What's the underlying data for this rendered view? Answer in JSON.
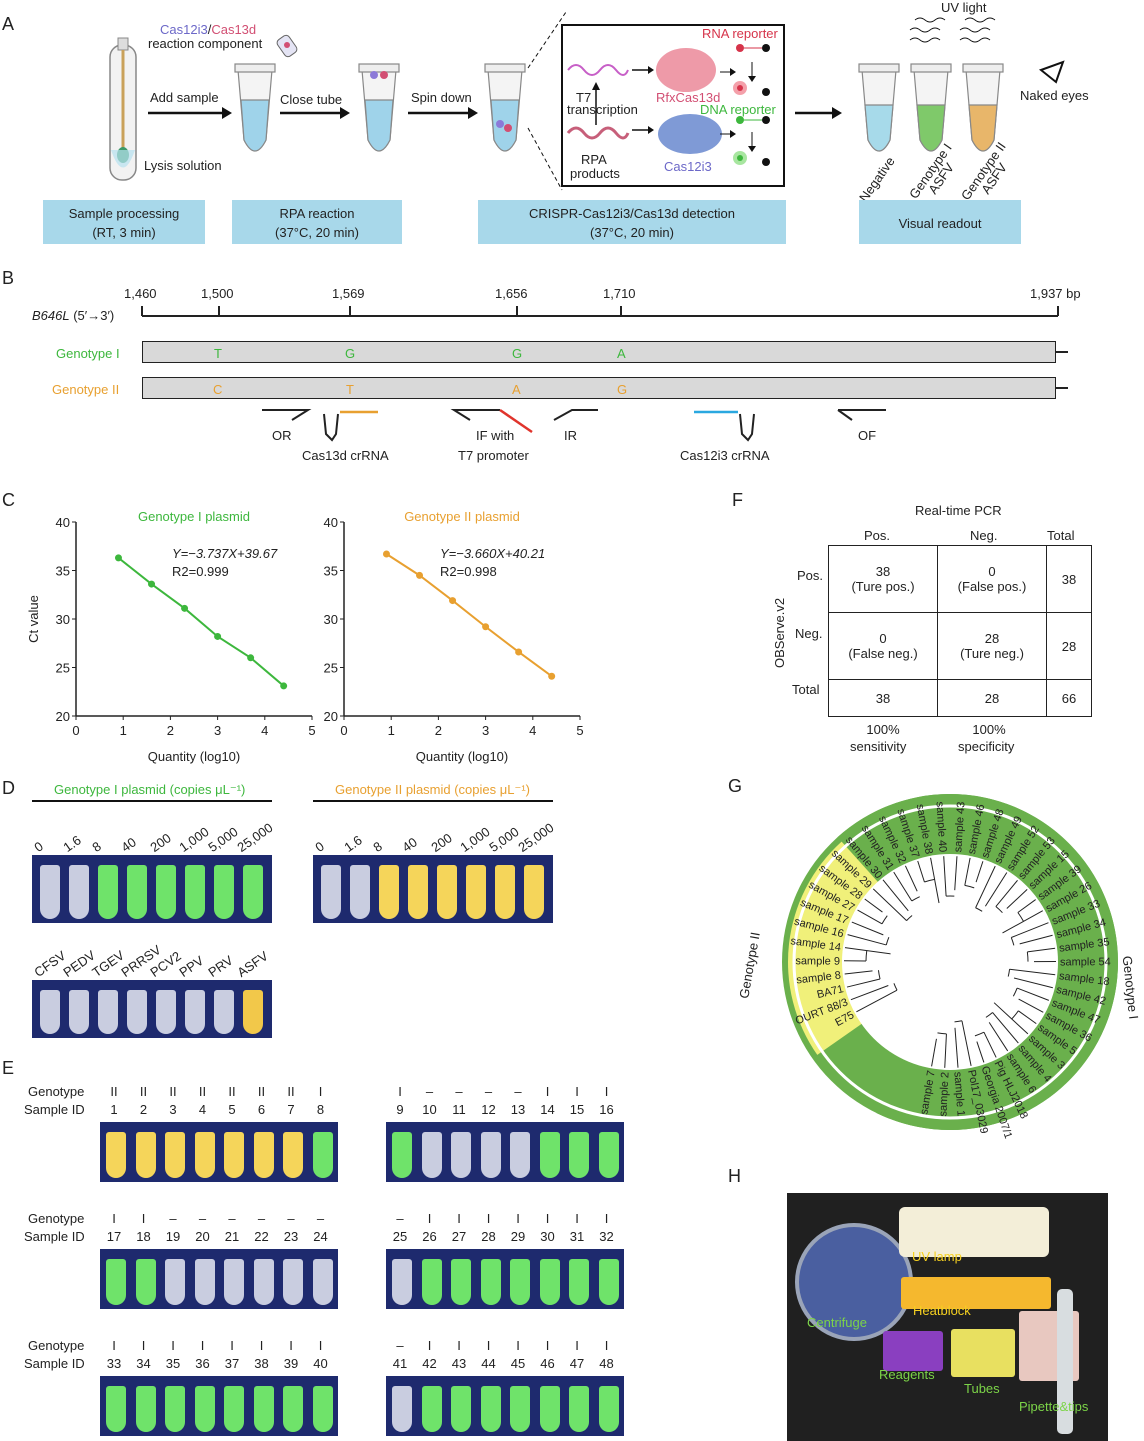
{
  "panels": {
    "a": "A",
    "b": "B",
    "c": "C",
    "d": "D",
    "e": "E",
    "f": "F",
    "g": "G",
    "h": "H"
  },
  "panel_a": {
    "reaction_component_cas12": "Cas12i3",
    "reaction_component_slash": "/",
    "reaction_component_cas13": "Cas13d",
    "reaction_component_suffix": "reaction component",
    "lysis": "Lysis solution",
    "add_sample": "Add sample",
    "close_tube": "Close tube",
    "spin_down": "Spin down",
    "t7": "T7",
    "transcription": "transcription",
    "rpa": "RPA",
    "products": "products",
    "rfx": "RfxCas13d",
    "cas12i3": "Cas12i3",
    "rna_reporter": "RNA reporter",
    "dna_reporter": "DNA reporter",
    "uv_light": "UV light",
    "naked_eyes": "Naked eyes",
    "tube_labels": [
      "Negative",
      "Genotype I ASFV",
      "Genotype II ASFV"
    ],
    "steps": [
      {
        "title": "Sample processing",
        "cond": "(RT, 3 min)"
      },
      {
        "title": "RPA reaction",
        "cond": "(37°C, 20 min)"
      },
      {
        "title": "CRISPR-Cas12i3/Cas13d detection",
        "cond": "(37°C, 20 min)"
      },
      {
        "title": "Visual readout",
        "cond": ""
      }
    ]
  },
  "panel_b": {
    "gene": "B646L",
    "direction": "(5′→3′)",
    "ticks": [
      "1,460",
      "1,500",
      "1,569",
      "1,656",
      "1,710",
      "1,937 bp"
    ],
    "genotype1": {
      "label": "Genotype I",
      "bases": [
        "T",
        "G",
        "G",
        "A"
      ]
    },
    "genotype2": {
      "label": "Genotype II",
      "bases": [
        "C",
        "T",
        "A",
        "G"
      ]
    },
    "primers": {
      "or": "OR",
      "cas13": "Cas13d crRNA",
      "if1": "IF with",
      "if2": "T7 promoter",
      "ir": "IR",
      "cas12": "Cas12i3 crRNA",
      "of": "OF"
    }
  },
  "chart_data": [
    {
      "type": "line",
      "title": "Genotype I plasmid",
      "xlabel": "Quantity (log10)",
      "ylabel": "Ct value",
      "equation": "Y=−3.737X+39.67",
      "r2": "R2=0.999",
      "xlim": [
        0,
        5
      ],
      "ylim": [
        20,
        40
      ],
      "xticks": [
        "0",
        "1",
        "2",
        "3",
        "4",
        "5"
      ],
      "yticks": [
        "20",
        "25",
        "30",
        "35",
        "40"
      ],
      "color": "#3db73d",
      "x": [
        0.9,
        1.6,
        2.3,
        3.0,
        3.7,
        4.4
      ],
      "y": [
        36.3,
        33.6,
        31.1,
        28.2,
        26.0,
        23.1
      ]
    },
    {
      "type": "line",
      "title": "Genotype II plasmid",
      "xlabel": "Quantity (log10)",
      "ylabel": "",
      "equation": "Y=−3.660X+40.21",
      "r2": "R2=0.998",
      "xlim": [
        0,
        5
      ],
      "ylim": [
        20,
        40
      ],
      "xticks": [
        "0",
        "1",
        "2",
        "3",
        "4",
        "5"
      ],
      "yticks": [
        "20",
        "25",
        "30",
        "35",
        "40"
      ],
      "color": "#e8a030",
      "x": [
        0.9,
        1.6,
        2.3,
        3.0,
        3.7,
        4.4
      ],
      "y": [
        36.7,
        34.5,
        31.9,
        29.2,
        26.6,
        24.1
      ]
    }
  ],
  "panel_d": {
    "g1_title": "Genotype I plasmid (copies μL⁻¹)",
    "g2_title": "Genotype II plasmid (copies μL⁻¹)",
    "conc": [
      "0",
      "1.6",
      "8",
      "40",
      "200",
      "1,000",
      "5,000",
      "25,000"
    ],
    "viruses": [
      "CFSV",
      "PEDV",
      "TGEV",
      "PRRSV",
      "PCV2",
      "PPV",
      "PRV",
      "ASFV"
    ]
  },
  "panel_e": {
    "genotype_label": "Genotype",
    "sample_label": "Sample ID",
    "rows": [
      {
        "geno": [
          "II",
          "II",
          "II",
          "II",
          "II",
          "II",
          "II",
          "I"
        ],
        "ids": [
          "1",
          "2",
          "3",
          "4",
          "5",
          "6",
          "7",
          "8"
        ]
      },
      {
        "geno": [
          "I",
          "–",
          "–",
          "–",
          "–",
          "I",
          "I",
          "I"
        ],
        "ids": [
          "9",
          "10",
          "11",
          "12",
          "13",
          "14",
          "15",
          "16"
        ]
      },
      {
        "geno": [
          "I",
          "I",
          "–",
          "–",
          "–",
          "–",
          "–",
          "–"
        ],
        "ids": [
          "17",
          "18",
          "19",
          "20",
          "21",
          "22",
          "23",
          "24"
        ]
      },
      {
        "geno": [
          "–",
          "I",
          "I",
          "I",
          "I",
          "I",
          "I",
          "I"
        ],
        "ids": [
          "25",
          "26",
          "27",
          "28",
          "29",
          "30",
          "31",
          "32"
        ]
      },
      {
        "geno": [
          "I",
          "I",
          "I",
          "I",
          "I",
          "I",
          "I",
          "I"
        ],
        "ids": [
          "33",
          "34",
          "35",
          "36",
          "37",
          "38",
          "39",
          "40"
        ]
      },
      {
        "geno": [
          "–",
          "I",
          "I",
          "I",
          "I",
          "I",
          "I",
          "I"
        ],
        "ids": [
          "41",
          "42",
          "43",
          "44",
          "45",
          "46",
          "47",
          "48"
        ]
      }
    ]
  },
  "panel_f": {
    "title": "Real-time PCR",
    "row_axis": "OBServe.v2",
    "cols": [
      "Pos.",
      "Neg.",
      "Total"
    ],
    "rows": [
      "Pos.",
      "Neg.",
      "Total"
    ],
    "cells": [
      [
        "38",
        "(Ture pos.)",
        "0",
        "(False pos.)",
        "38"
      ],
      [
        "0",
        "(False neg.)",
        "28",
        "(Ture neg.)",
        "28"
      ],
      [
        "38",
        "",
        "28",
        "",
        "66"
      ]
    ],
    "foot": [
      "100%",
      "sensitivity",
      "100%",
      "specificity"
    ]
  },
  "panel_g": {
    "genotype2": "Genotype II",
    "genotype1": "Genotype I",
    "leaves": [
      "E75",
      "OURT 88/3",
      "BA71",
      "sample 8",
      "sample 9",
      "sample 14",
      "sample 16",
      "sample 17",
      "sample 27",
      "sample 28",
      "sample 29",
      "sample 30",
      "sample 31",
      "sample 32",
      "sample 37",
      "sample 38",
      "sample 40",
      "sample 43",
      "sample 46",
      "sample 48",
      "sample 49",
      "sample 52",
      "sample 53",
      "sample 15",
      "sample 39",
      "sample 26",
      "sample 33",
      "sample 34",
      "sample 35",
      "sample 54",
      "sample 18",
      "sample 42",
      "sample 47",
      "sample 36",
      "sample 5",
      "sample 3",
      "sample 4",
      "sample 6",
      "Pig HLJ2018",
      "Georgia 2007/1",
      "Pol17_03029",
      "sample 1",
      "sample 2",
      "sample 7"
    ]
  },
  "panel_h": {
    "uv_lamp": "UV lamp",
    "heatblock": "Heatblock",
    "centrifuge": "Centrifuge",
    "reagents": "Reagents",
    "tubes": "Tubes",
    "pipette": "Pipette&tips"
  },
  "colors": {
    "green": "#3db73d",
    "orange": "#e8a030",
    "step_box": "#a8d8ea",
    "tree_green": "#6ab04c",
    "tree_yellow": "#f0f07a"
  }
}
